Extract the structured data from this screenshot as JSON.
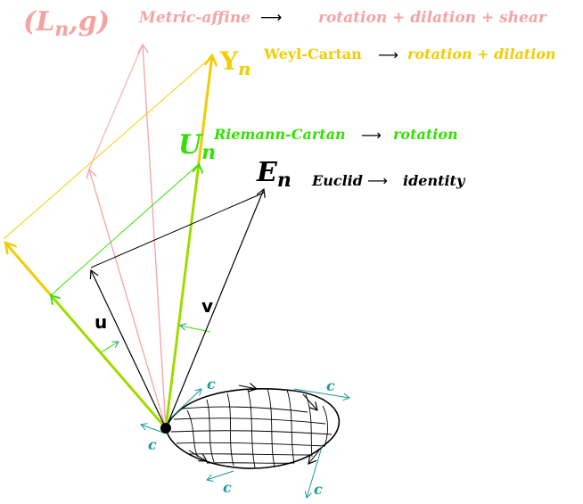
{
  "colors": {
    "metric_affine": "#f4a3a3",
    "weyl_cartan": "#f2cc00",
    "riemann_cartan": "#33e000",
    "euclid": "#000000",
    "c_arrows": "#1a9a9a",
    "tetrad_green": "#90e000"
  },
  "labels": {
    "ln_g": "(L",
    "ln_g_sub": "n",
    "ln_g_tail": ",g)",
    "metric_affine": "Metric-affine",
    "metric_affine_result": "rotation + dilation + shear",
    "y_main": "Y",
    "y_sub": "n",
    "weyl_cartan": "Weyl-Cartan",
    "weyl_cartan_result": "rotation + dilation",
    "u_main": "U",
    "u_sub": "n",
    "riemann_cartan": "Riemann-Cartan",
    "riemann_cartan_result": "rotation",
    "e_main": "E",
    "e_sub": "n",
    "euclid": "Euclid",
    "euclid_result": "identity",
    "vec_u": "u",
    "vec_v": "v",
    "c": "c"
  }
}
